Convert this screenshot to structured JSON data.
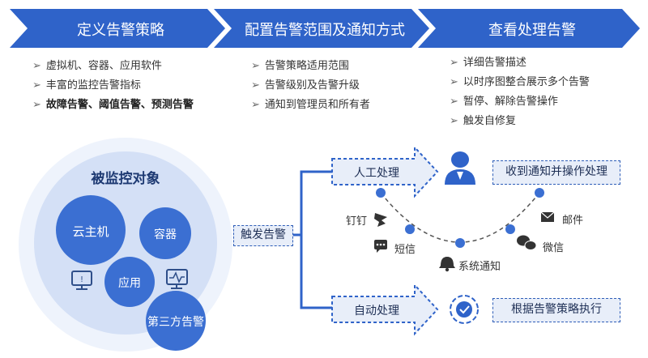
{
  "steps": [
    {
      "title": "定义告警策略",
      "bullets": [
        "虚拟机、容器、应用软件",
        "丰富的监控告警指标",
        "故障告警、阈值告警、预测告警"
      ]
    },
    {
      "title": "配置告警范围及通知方式",
      "bullets": [
        "告警策略适用范围",
        "告警级别及告警升级",
        "通知到管理员和所有者"
      ]
    },
    {
      "title": "查看处理告警",
      "bullets": [
        "详细告警描述",
        "以时序图整合展示多个告警",
        "暂停、解除告警操作",
        "触发自修复"
      ]
    }
  ],
  "monitored": {
    "title": "被监控对象",
    "items": [
      "云主机",
      "容器",
      "应用",
      "第三方告警"
    ]
  },
  "trigger": "触发告警",
  "manual": {
    "label": "人工处理",
    "result": "收到通知并操作处理",
    "channels": [
      "钉钉",
      "短信",
      "系统通知",
      "微信",
      "邮件"
    ]
  },
  "auto": {
    "label": "自动处理",
    "result": "根据告警策略执行"
  },
  "colors": {
    "primary": "#2f63c9",
    "primary_light": "#4577d6",
    "halo": "#eaf0fb",
    "halo_inner": "#d4e0f6"
  }
}
